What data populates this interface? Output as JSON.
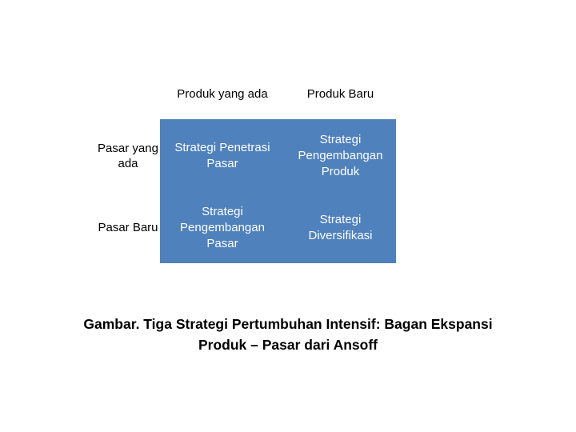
{
  "matrix": {
    "column_headers": [
      "Produk yang ada",
      "Produk Baru"
    ],
    "row_headers": [
      "Pasar yang ada",
      "Pasar Baru"
    ],
    "cells": [
      [
        "Strategi Penetrasi Pasar",
        "Strategi Pengembangan Produk"
      ],
      [
        "Strategi Pengembangan Pasar",
        "Strategi Diversifikasi"
      ]
    ],
    "cell_color": "#4f81bd",
    "cell_text_color": "#ffffff"
  },
  "caption": {
    "line1": "Gambar. Tiga Strategi Pertumbuhan Intensif: Bagan Ekspansi",
    "line2": "Produk – Pasar dari Ansoff"
  }
}
